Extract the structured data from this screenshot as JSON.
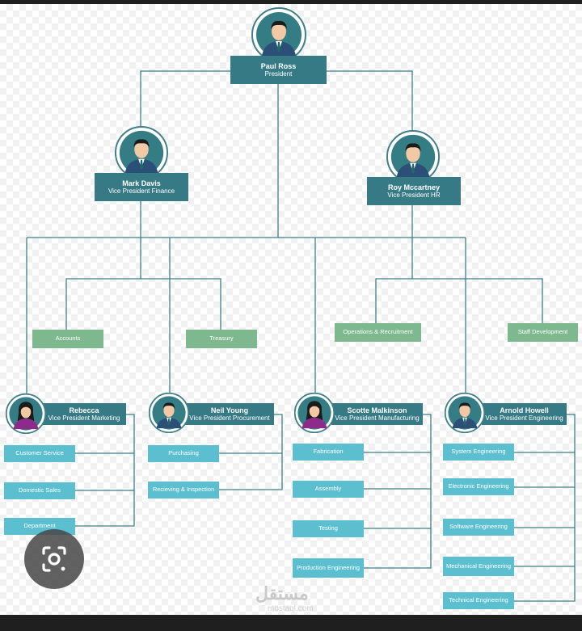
{
  "president": {
    "name": "Paul Ross",
    "title": "President"
  },
  "vp_finance": {
    "name": "Mark Davis",
    "title": "Vice President Finance"
  },
  "vp_hr": {
    "name": "Roy Mccartney",
    "title": "Vice President HR"
  },
  "departments": {
    "accounts": "Accounts",
    "treasury": "Treasury",
    "operations": "Operations & Recruitment",
    "staff": "Staff Development"
  },
  "vps": [
    {
      "name": "Rebecca",
      "title": "Vice President Marketing",
      "items": [
        "Customer Service",
        "Domestic Sales",
        "Department"
      ]
    },
    {
      "name": "Neil Young",
      "title": "Vice President Procurement",
      "items": [
        "Purchasing",
        "Recieving & Inspection"
      ]
    },
    {
      "name": "Scotte Malkinson",
      "title": "Vice President Manufacturing",
      "items": [
        "Fabrication",
        "Assembly",
        "Testing",
        "Production Engineering"
      ]
    },
    {
      "name": "Arnold Howell",
      "title": "Vice President Engineering",
      "items": [
        "System Engineering",
        "Electronic Engineering",
        "Software Engineering",
        "Mechanical Engineering",
        "Technical Engineering"
      ]
    }
  ],
  "watermark": {
    "main": "مستقل",
    "sub": "mostaql.com"
  },
  "colors": {
    "dark_box": "#367a85",
    "green_box": "#7db88e",
    "cyan_box": "#5bbfcf",
    "line": "#3f7f89"
  },
  "icons": {
    "lens": "google-lens-icon",
    "avatar": "person-avatar-icon"
  }
}
